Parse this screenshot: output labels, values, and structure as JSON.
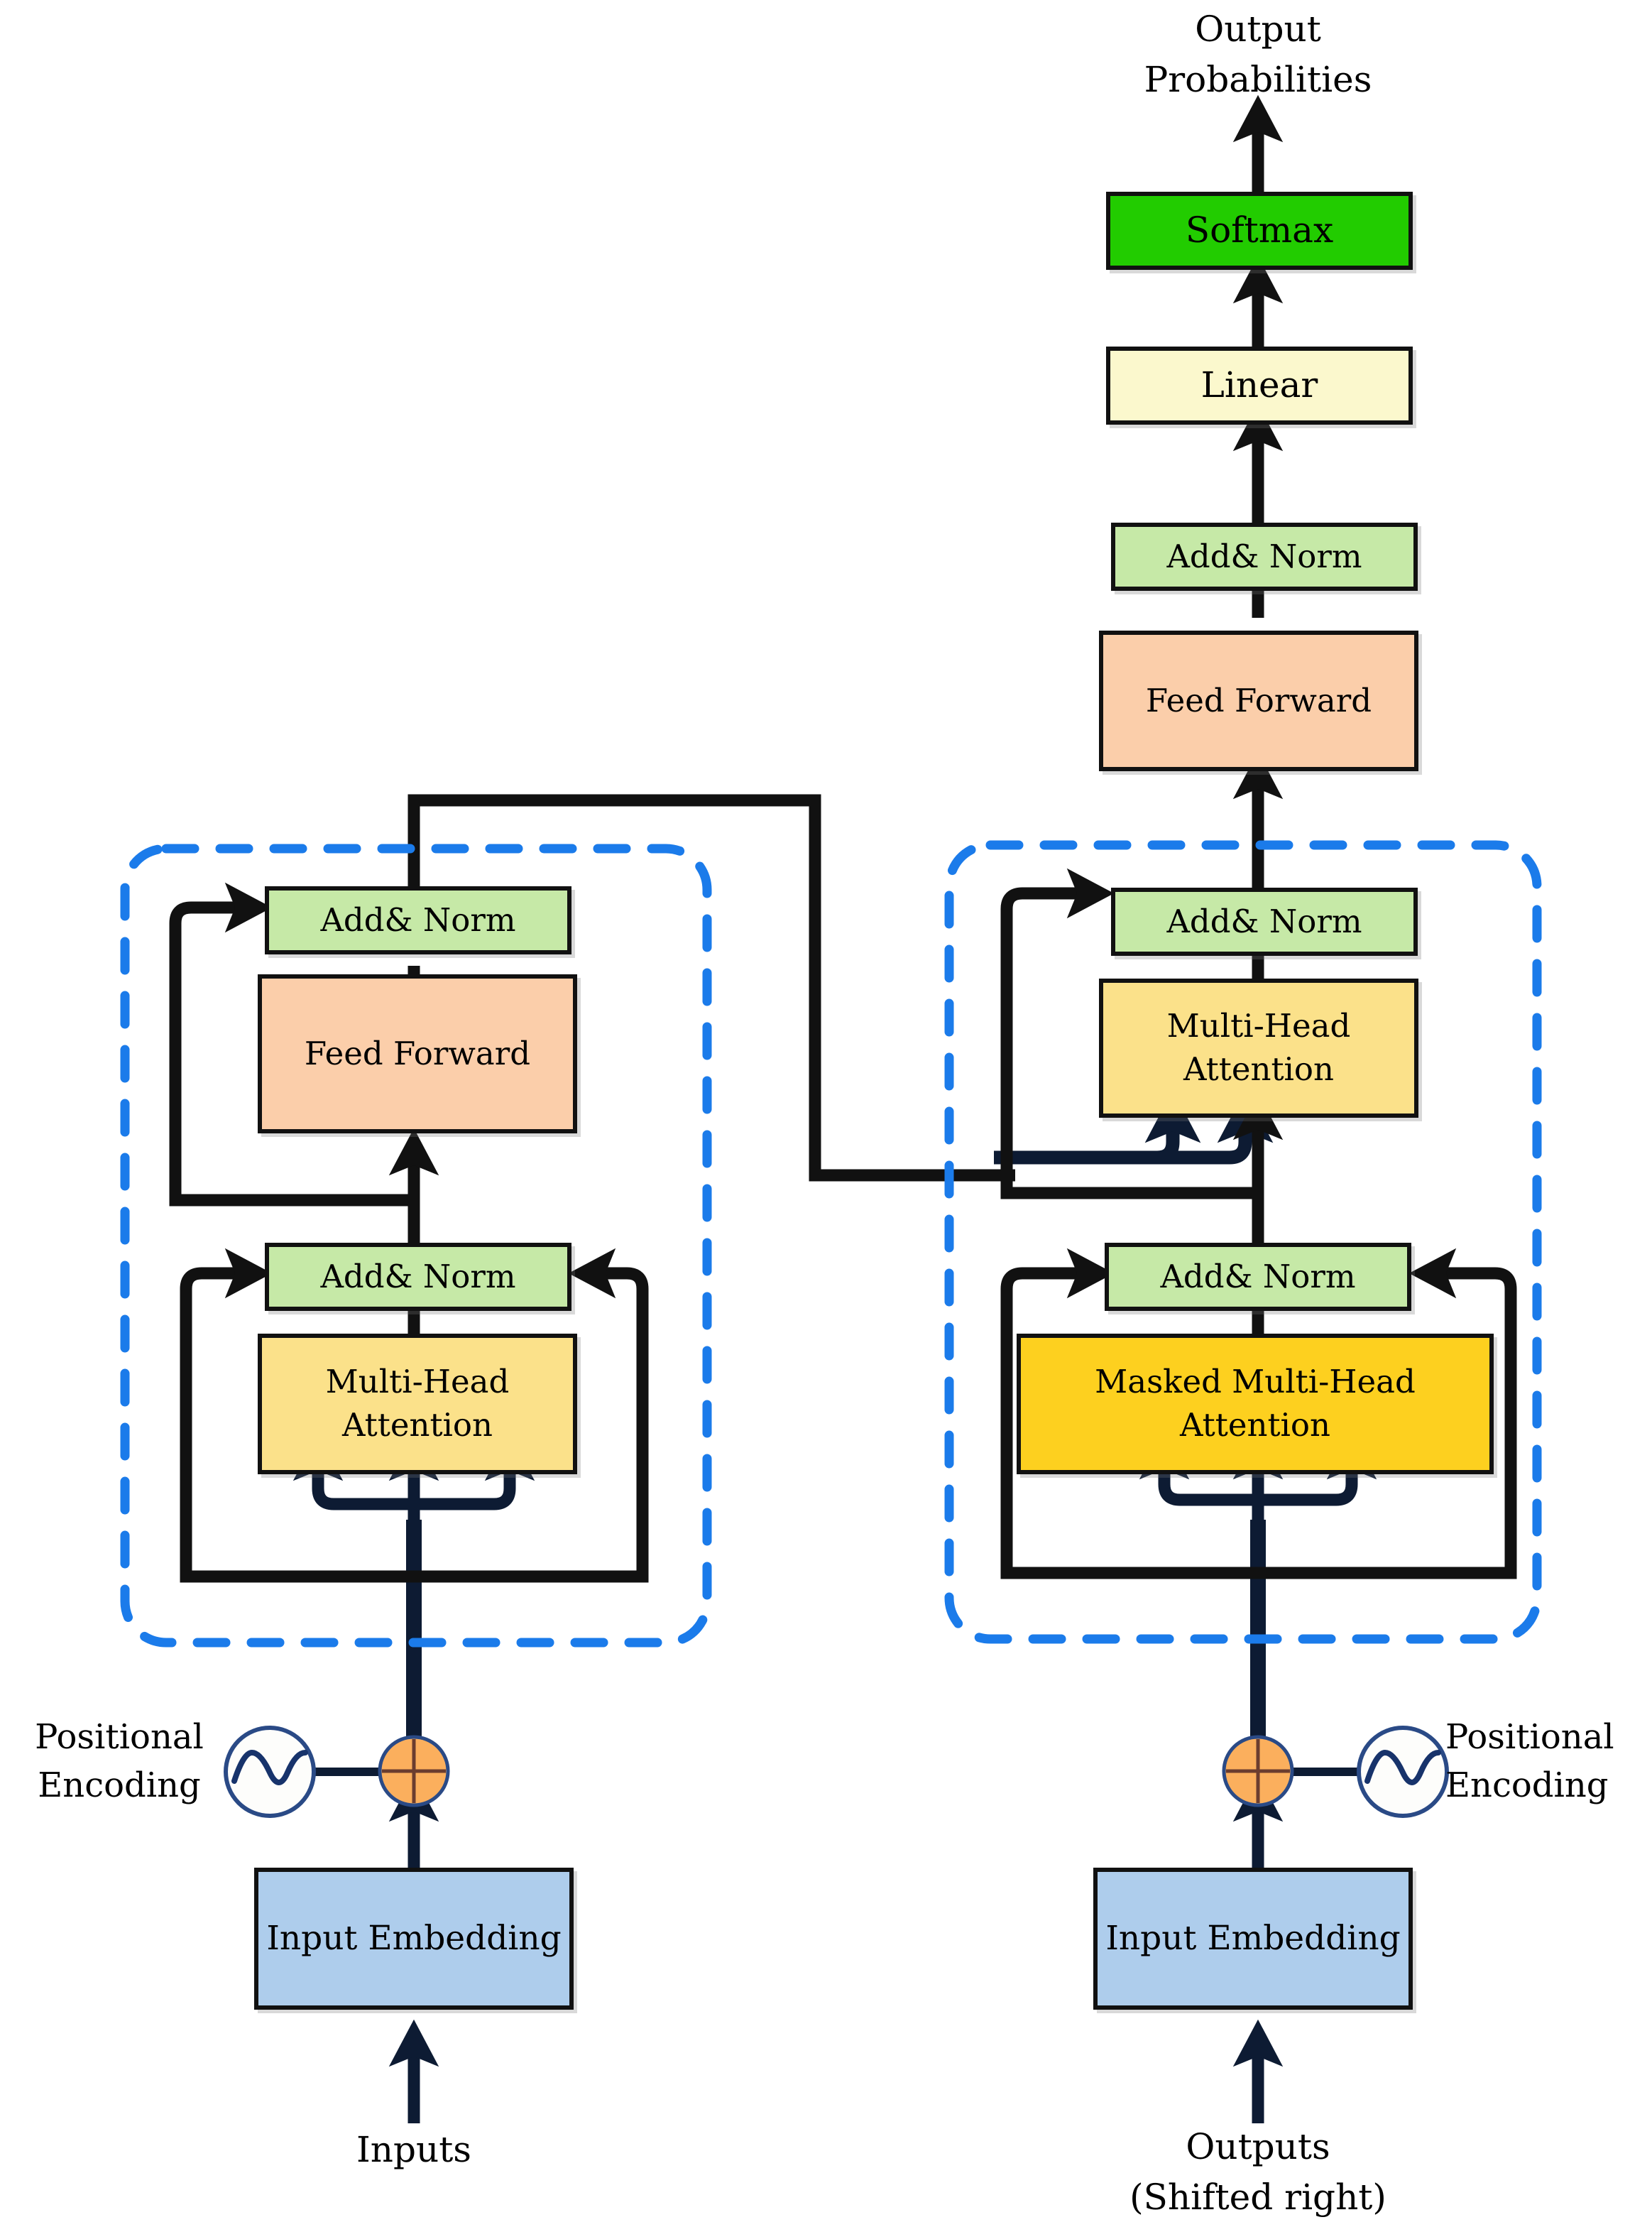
{
  "diagram": {
    "title": "Transformer Encoder-Decoder Architecture",
    "colors": {
      "softmax_fill": "#22cc00",
      "linear_fill": "#fbf8cd",
      "addnorm_fill": "#c6e9a7",
      "feedforward_fill": "#fbceaa",
      "attention_fill": "#fbe18a",
      "masked_attention_fill": "#fdd01f",
      "embedding_fill": "#aecdec",
      "positional_plus_fill": "#fbaf5d",
      "dashed_border": "#1b7bea",
      "arrow_stroke": "#0d1b33",
      "box_border": "#111111"
    }
  },
  "labels": {
    "output_probabilities": "Output\nProbabilities",
    "inputs": "Inputs",
    "outputs": "Outputs\n(Shifted right)",
    "positional_encoding_left": "Positional\nEncoding",
    "positional_encoding_right": "Positional\nEncoding"
  },
  "decoder": {
    "softmax": "Softmax",
    "linear": "Linear",
    "add_norm_top": "Add& Norm",
    "feed_forward": "Feed\nForward",
    "add_norm_mid": "Add& Norm",
    "multi_head_attention": "Multi-Head\nAttention",
    "add_norm_bottom": "Add& Norm",
    "masked_multi_head_attention": "Masked Multi-Head\nAttention",
    "input_embedding": "Input\nEmbedding"
  },
  "encoder": {
    "add_norm_top": "Add& Norm",
    "feed_forward": "Feed\nForward",
    "add_norm_bottom": "Add& Norm",
    "multi_head_attention": "Multi-Head\nAttention",
    "input_embedding": "Input\nEmbedding"
  }
}
